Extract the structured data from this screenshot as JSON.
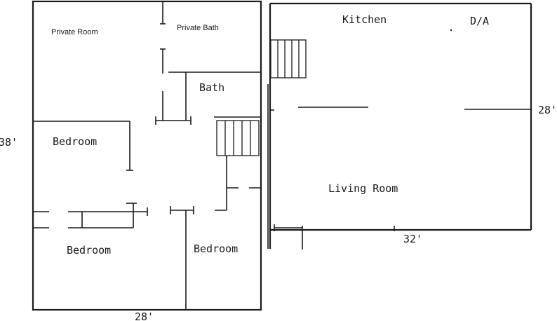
{
  "rooms": {
    "private_room": "Private Room",
    "private_bath": "Private Bath",
    "bath": "Bath",
    "bedroom_left": "Bedroom",
    "bedroom_bottom_left": "Bedroom",
    "bedroom_bottom_right": "Bedroom",
    "kitchen": "Kitchen",
    "dining": "D/A",
    "living_room": "Living Room"
  },
  "dimensions": {
    "left_height": "38'",
    "left_width": "28'",
    "right_height": "28'",
    "right_width": "32'"
  }
}
